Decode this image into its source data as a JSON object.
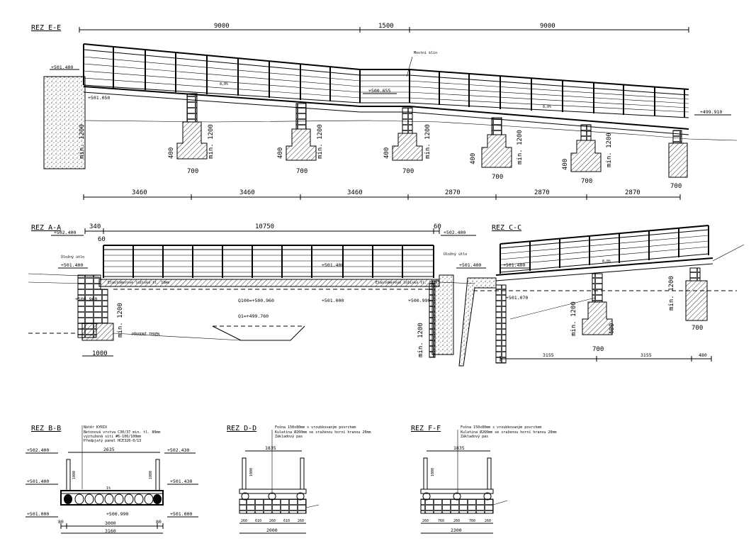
{
  "sections": {
    "ee": {
      "title": "REZ E-E",
      "top_dims": [
        "9000",
        "1500",
        "9000"
      ],
      "levels": [
        "+501.400",
        "+501.050",
        "+500.655",
        "+499.910"
      ],
      "callout": "Mostní klín",
      "slopes": [
        "8,0%",
        "8,0%"
      ],
      "pier_heights": [
        "min. 1200",
        "min. 1200",
        "min. 1200",
        "min. 1200",
        "min. 1200",
        "min. 1200"
      ],
      "footing_height": "400",
      "footing_width": "700",
      "bottom_dims": [
        "3460",
        "3460",
        "3460",
        "2870",
        "2870",
        "2870"
      ]
    },
    "aa": {
      "title": "REZ A-A",
      "top_dims": [
        "340",
        "10750",
        "60"
      ],
      "dim_60_left": "60",
      "levels_top": [
        "+502.400",
        "+502.400"
      ],
      "levels_mid": [
        "+501.400",
        "+501.400",
        "+501.400"
      ],
      "callouts": [
        "Úložný útlo",
        "Úložný útlo"
      ],
      "bearings": [
        "Elastomerové ložisko tl. 10mm",
        "Elastomerové ložisko tl. 10mm"
      ],
      "levels_low": [
        "+500.960",
        "Q100=+500.960",
        "+501.000",
        "+500.990"
      ],
      "q1": "Q1=+499.760",
      "pier_height": "min. 1200",
      "pier_height_right": "min. 1200",
      "terrain": "PŮVODNÍ TERÉN",
      "bottom_dim": "1000"
    },
    "cc": {
      "title": "REZ C-C",
      "levels": [
        "+501.400",
        "+501.070"
      ],
      "slope": "8,0%",
      "pier_heights": [
        "min. 1200",
        "min. 1200"
      ],
      "footing_heights": [
        "400"
      ],
      "footing_widths": [
        "700",
        "700"
      ],
      "bottom_dims": [
        "3155",
        "3155",
        "480"
      ]
    },
    "bb": {
      "title": "REZ B-B",
      "notes": [
        "Nátěr KYRIX",
        "Betonová vrstva C30/37 min. tl. 80mm",
        "vyztužená sítí #6-100/100mm",
        "Předpjatý panel HCE320-0/13"
      ],
      "levels_left": [
        "+502.400",
        "+501.400",
        "+501.000"
      ],
      "levels_right": [
        "+502.430",
        "+501.430",
        "+501.000"
      ],
      "mid_level": "+500.990",
      "rail_height": "1000",
      "slope": "1%",
      "dims": [
        "2635",
        "80",
        "3000",
        "80",
        "3160"
      ]
    },
    "dd": {
      "title": "REZ D-D",
      "notes": [
        "Fošna 150x80mm s vroubkovaným povrchem",
        "Kulatina Ø260mm se sraženou horní hranou 20mm",
        "Základový pas"
      ],
      "top_dim": "1835",
      "rail_height": "1000",
      "dims": [
        "260",
        "610",
        "260",
        "610",
        "260",
        "2000"
      ]
    },
    "ff": {
      "title": "REZ F-F",
      "notes": [
        "Fošna 150x80mm s vroubkovaným povrchem",
        "Kulatina Ø260mm se sraženou horní hranou 20mm",
        "Základový pas"
      ],
      "top_dim": "1835",
      "rail_height": "1000",
      "dims": [
        "260",
        "760",
        "260",
        "760",
        "260",
        "2300"
      ]
    }
  }
}
